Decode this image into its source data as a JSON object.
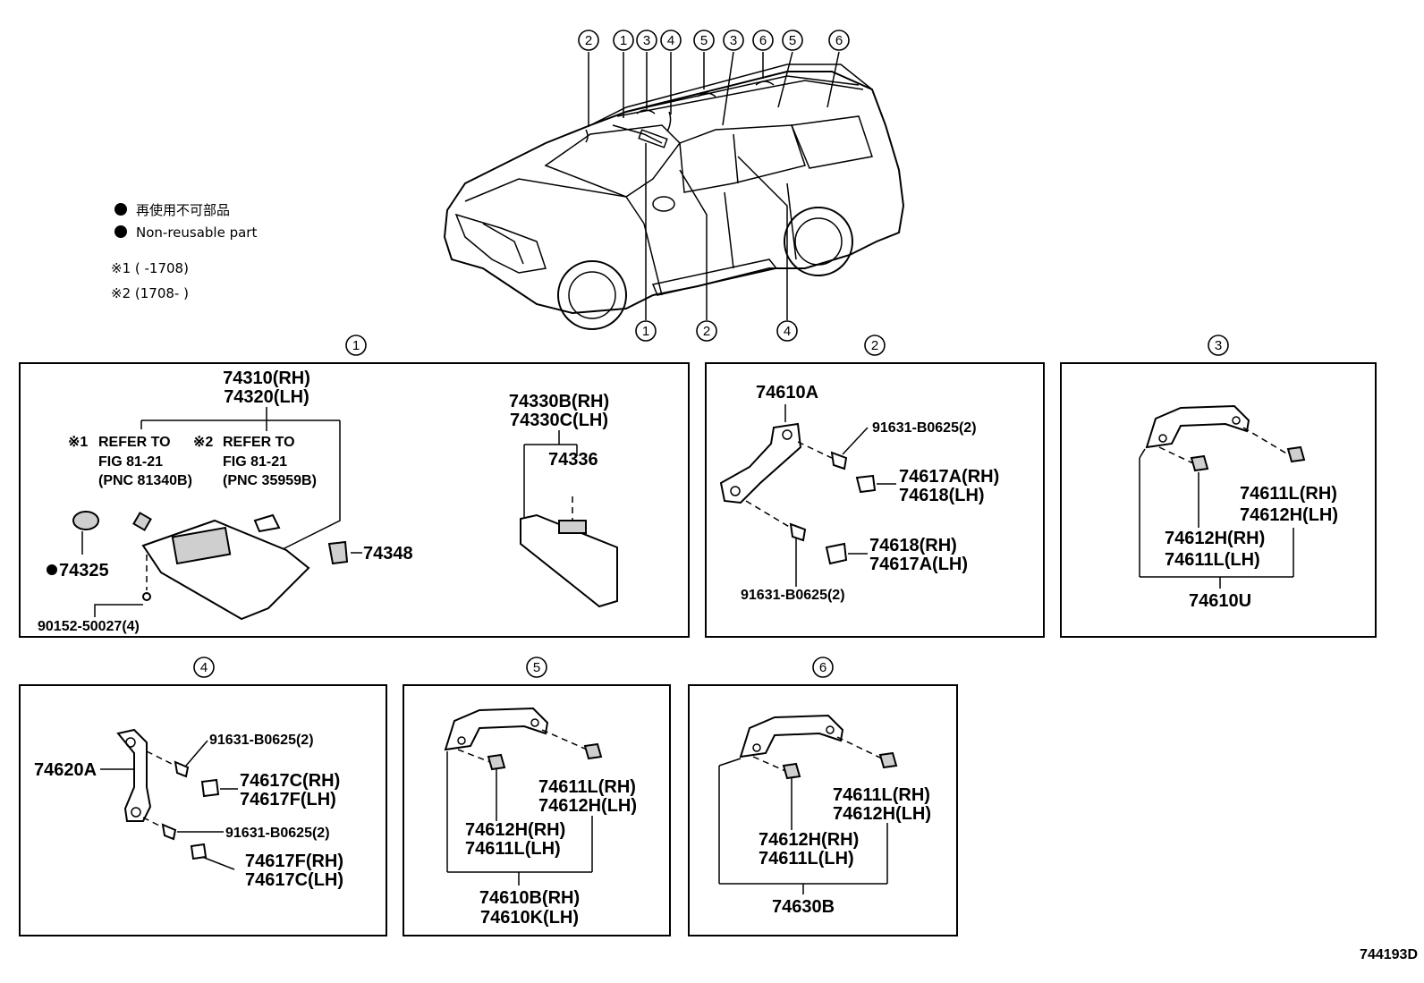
{
  "legend": {
    "nonreusable_jp": "再使用不可部品",
    "nonreusable_en": "Non-reusable part",
    "note1": "※1 (      -1708)",
    "note2": "※2 (1708-      )"
  },
  "figure_code": "744193D",
  "car_callouts_top": [
    "2",
    "1",
    "3",
    "4",
    "5",
    "3",
    "6",
    "5",
    "6"
  ],
  "car_callouts_bottom": [
    "1",
    "2",
    "4"
  ],
  "panel_numbers": [
    "1",
    "2",
    "3",
    "4",
    "5",
    "6"
  ],
  "panel1": {
    "visor_pn_rh": "74310(RH)",
    "visor_pn_lh": "74320(LH)",
    "refer1_mark": "※1",
    "refer1_a": "REFER TO",
    "refer1_b": "FIG 81-21",
    "refer1_c": "(PNC 81340B)",
    "refer2_mark": "※2",
    "refer2_a": "REFER TO",
    "refer2_b": "FIG 81-21",
    "refer2_c": "(PNC 35959B)",
    "holder": "74325",
    "screw": "90152-50027(4)",
    "clip": "74348",
    "cover_rh": "74330B(RH)",
    "cover_lh": "74330C(LH)",
    "mirror_clip": "74336"
  },
  "panel2": {
    "bracket": "74610A",
    "screw_top": "91631-B0625(2)",
    "cap_a_rh": "74617A(RH)",
    "cap_a_lh": "74618(LH)",
    "cap_b_rh": "74618(RH)",
    "cap_b_lh": "74617A(LH)",
    "screw_bottom": "91631-B0625(2)"
  },
  "panel3": {
    "cap_right_rh": "74611L(RH)",
    "cap_right_lh": "74612H(LH)",
    "cap_left_rh": "74612H(RH)",
    "cap_left_lh": "74611L(LH)",
    "assy": "74610U"
  },
  "panel4": {
    "bracket": "74620A",
    "screw_top": "91631-B0625(2)",
    "cap_a_rh": "74617C(RH)",
    "cap_a_lh": "74617F(LH)",
    "screw_bottom": "91631-B0625(2)",
    "cap_b_rh": "74617F(RH)",
    "cap_b_lh": "74617C(LH)"
  },
  "panel5": {
    "cap_right_rh": "74611L(RH)",
    "cap_right_lh": "74612H(LH)",
    "cap_left_rh": "74612H(RH)",
    "cap_left_lh": "74611L(LH)",
    "assy_rh": "74610B(RH)",
    "assy_lh": "74610K(LH)"
  },
  "panel6": {
    "cap_right_rh": "74611L(RH)",
    "cap_right_lh": "74612H(LH)",
    "cap_left_rh": "74612H(RH)",
    "cap_left_lh": "74611L(LH)",
    "assy": "74630B"
  }
}
